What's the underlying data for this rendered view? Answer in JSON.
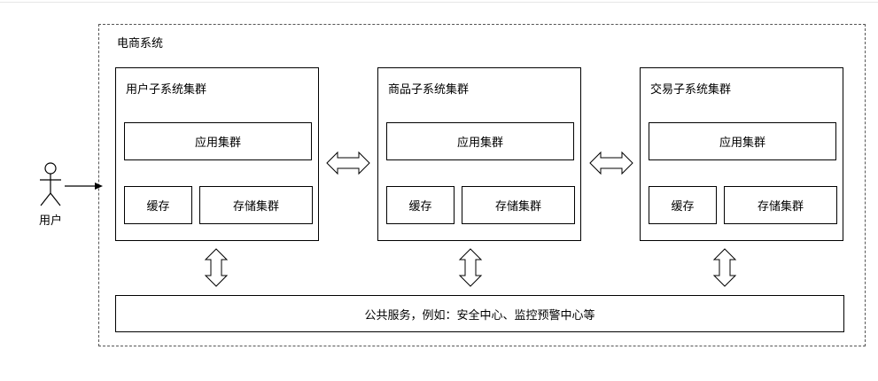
{
  "system": {
    "title": "电商系统"
  },
  "user": {
    "label": "用户"
  },
  "clusters": [
    {
      "title": "用户子系统集群",
      "app": "应用集群",
      "cache": "缓存",
      "storage": "存储集群"
    },
    {
      "title": "商品子系统集群",
      "app": "应用集群",
      "cache": "缓存",
      "storage": "存储集群"
    },
    {
      "title": "交易子系统集群",
      "app": "应用集群",
      "cache": "缓存",
      "storage": "存储集群"
    }
  ],
  "public_service": {
    "label": "公共服务，例如：安全中心、监控预警中心等"
  }
}
